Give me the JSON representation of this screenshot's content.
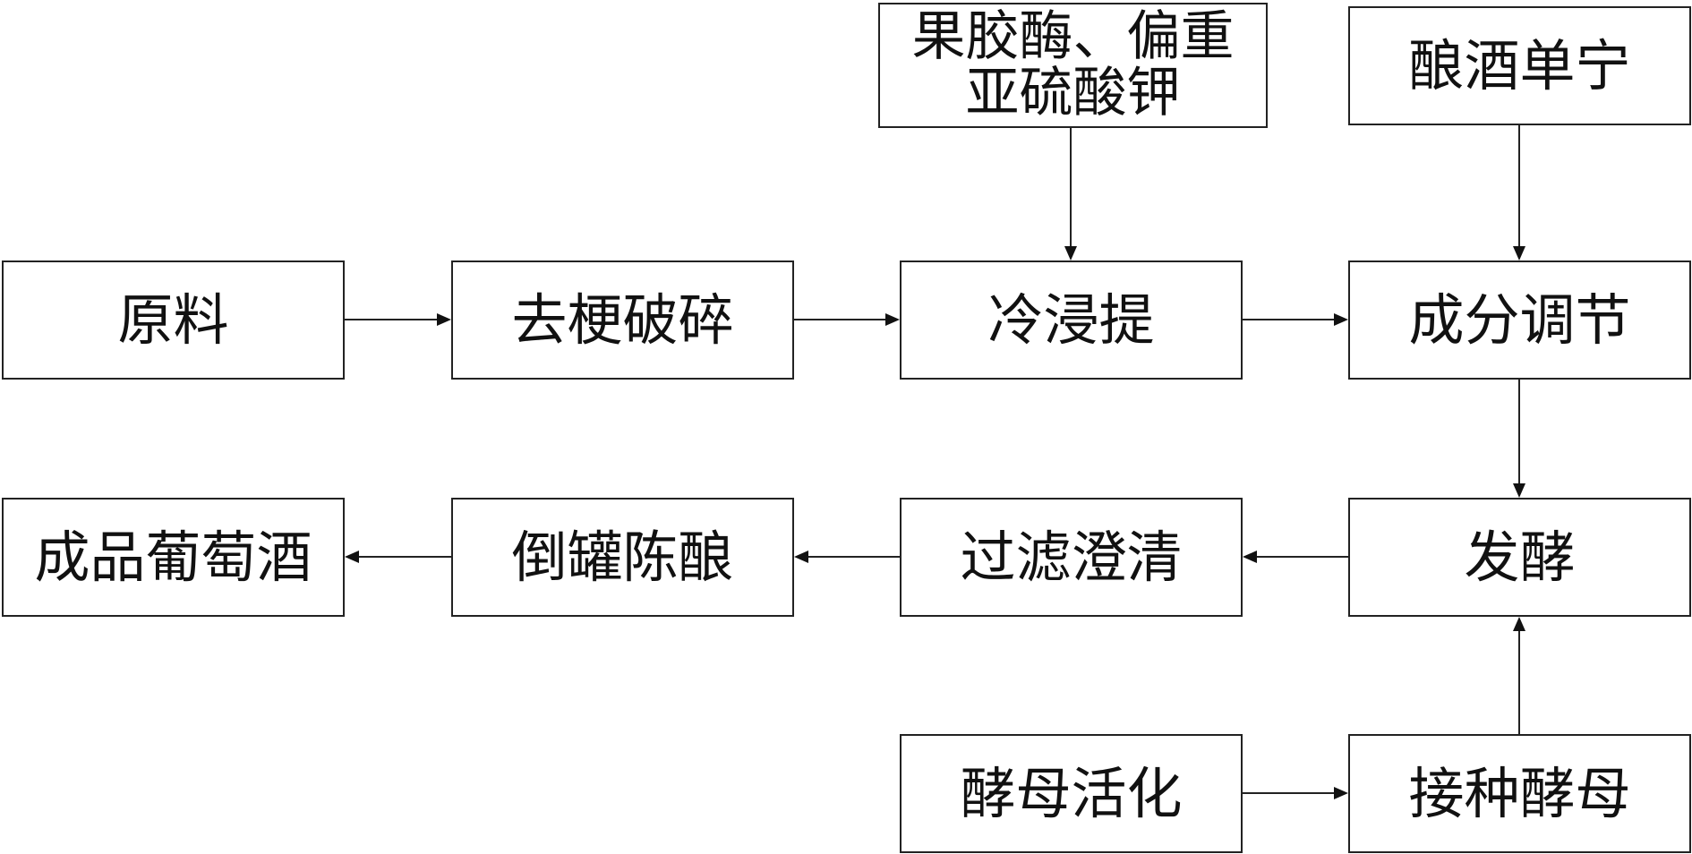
{
  "diagram": {
    "nodes": {
      "raw_material": "原料",
      "destem_crush": "去梗破碎",
      "cold_soak": "冷浸提",
      "adjust": "成分调节",
      "pectinase": "果胶酶、偏重亚硫酸钾",
      "tannin": "酿酒单宁",
      "ferment": "发酵",
      "filter_clarify": "过滤澄清",
      "rack_age": "倒罐陈酿",
      "finished_wine": "成品葡萄酒",
      "yeast_activate": "酵母活化",
      "inoculate": "接种酵母"
    },
    "edges": [
      [
        "raw_material",
        "destem_crush"
      ],
      [
        "destem_crush",
        "cold_soak"
      ],
      [
        "cold_soak",
        "adjust"
      ],
      [
        "pectinase",
        "cold_soak"
      ],
      [
        "tannin",
        "adjust"
      ],
      [
        "adjust",
        "ferment"
      ],
      [
        "ferment",
        "filter_clarify"
      ],
      [
        "filter_clarify",
        "rack_age"
      ],
      [
        "rack_age",
        "finished_wine"
      ],
      [
        "yeast_activate",
        "inoculate"
      ],
      [
        "inoculate",
        "ferment"
      ]
    ]
  }
}
